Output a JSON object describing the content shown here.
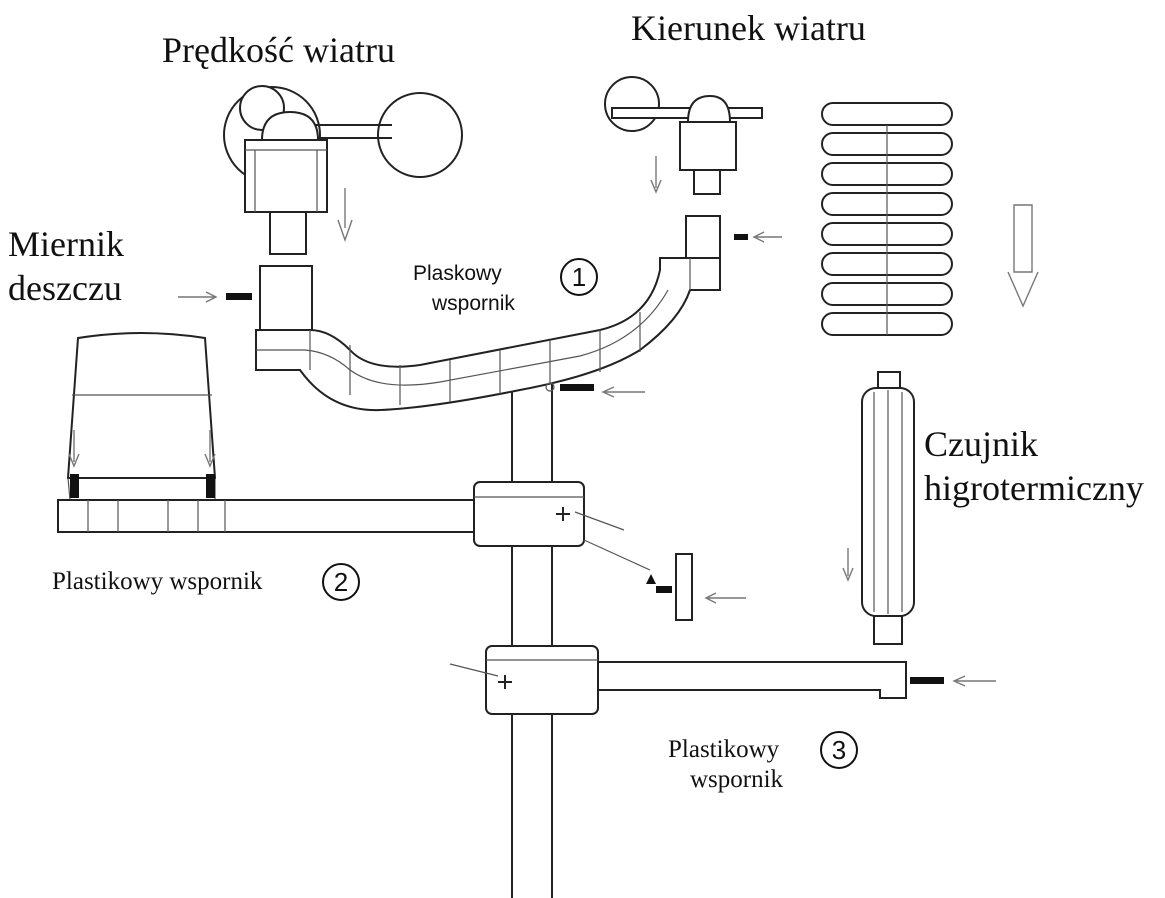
{
  "labels": {
    "wind_speed": "Prędkość wiatru",
    "wind_direction": "Kierunek wiatru",
    "rain_gauge_line1": "Miernik",
    "rain_gauge_line2": "deszczu",
    "bracket1_line1": "Plaskowy",
    "bracket1_line2": "wspornik",
    "bracket2": "Plastikowy wspornik",
    "bracket3_line1": "Plastikowy",
    "bracket3_line2": "wspornik",
    "thermo_line1": "Czujnik",
    "thermo_line2": "higrotermiczny"
  },
  "markers": {
    "one": "1",
    "two": "2",
    "three": "3"
  },
  "colors": {
    "line": "#222222",
    "arrow": "#777777",
    "background": "#ffffff"
  }
}
